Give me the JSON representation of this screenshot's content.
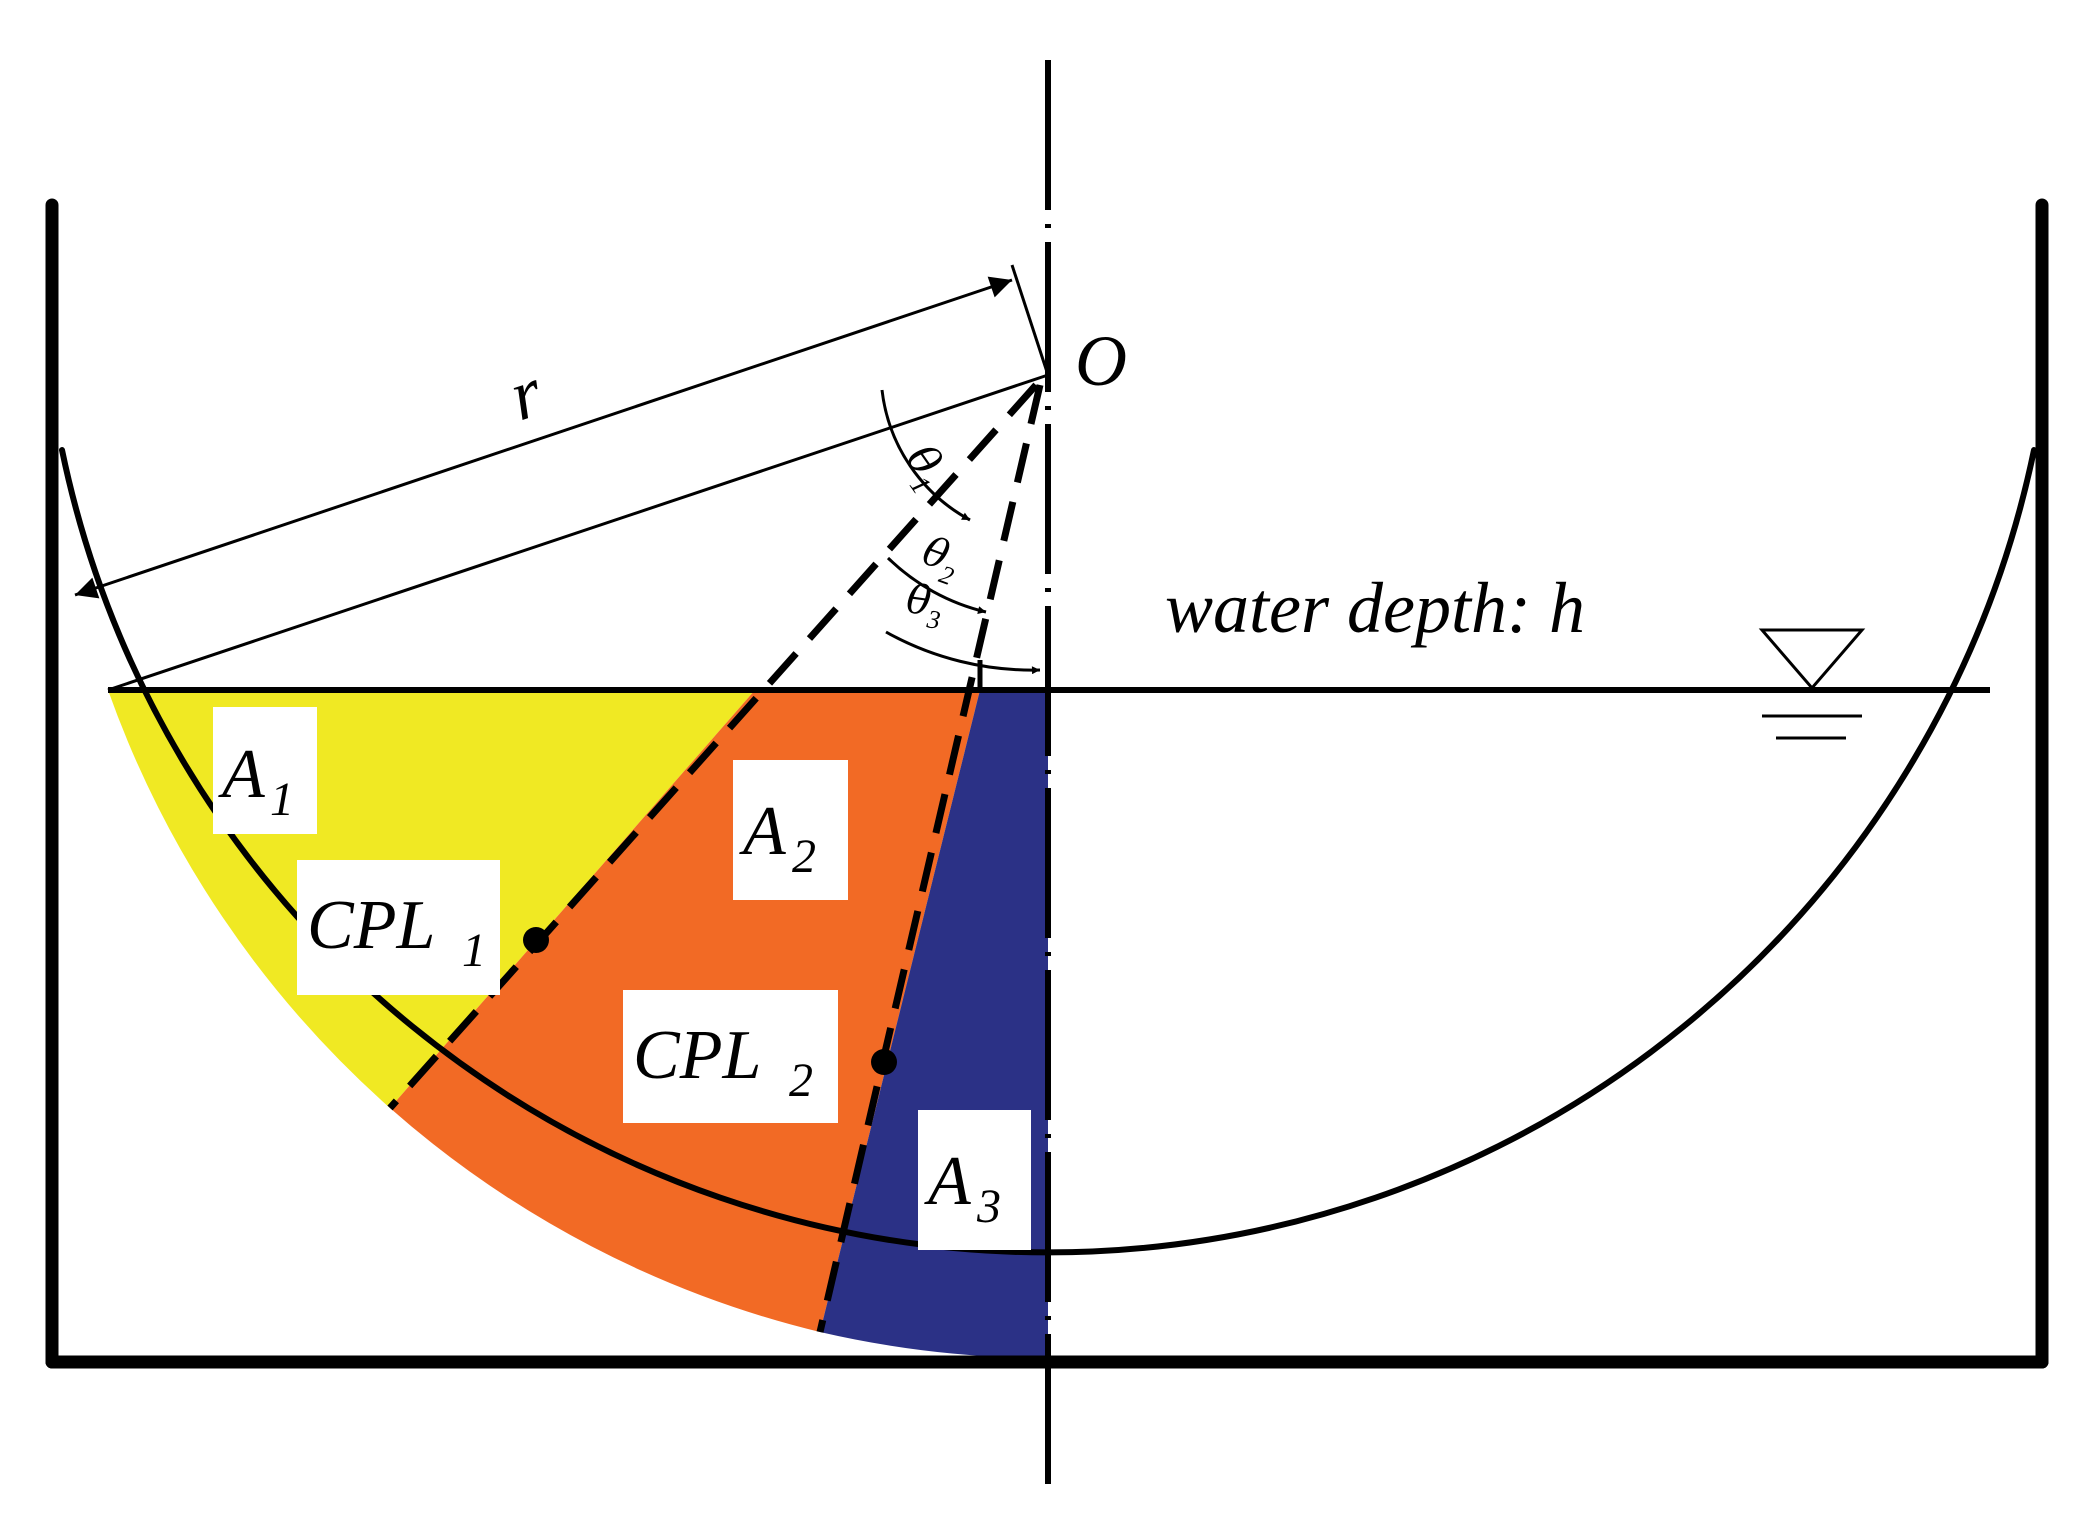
{
  "labels": {
    "radius": "r",
    "center": "O",
    "theta1": "θ",
    "theta1_sub": "1",
    "theta2": "θ",
    "theta2_sub": "2",
    "theta3": "θ",
    "theta3_sub": "3",
    "water_depth": "water depth: h",
    "area1": "A",
    "area1_sub": "1",
    "area2": "A",
    "area2_sub": "2",
    "area3": "A",
    "area3_sub": "3",
    "cpl1": "CPL",
    "cpl1_sub": "1",
    "cpl2": "CPL",
    "cpl2_sub": "2"
  },
  "colors": {
    "area1": "#f0e923",
    "area2": "#f26a25",
    "area3": "#2b3186",
    "line": "#000000",
    "label_background": "#ffffff"
  }
}
